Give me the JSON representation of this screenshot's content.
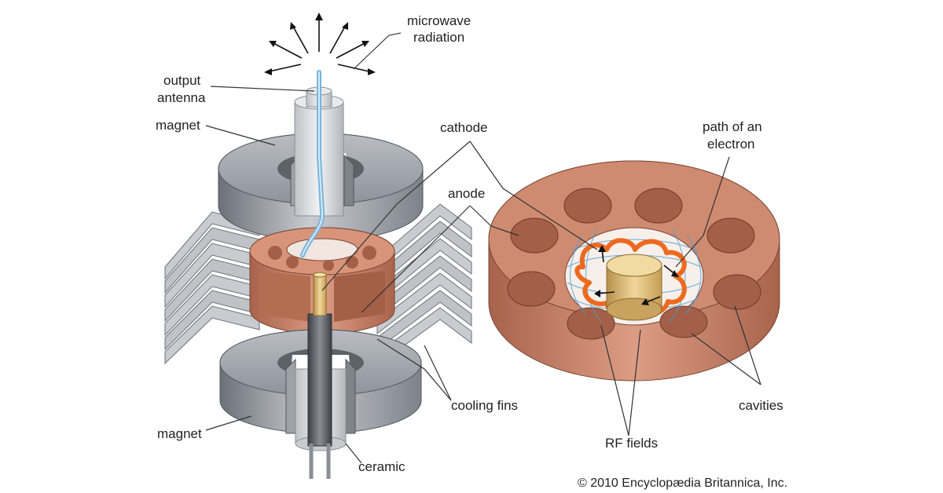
{
  "labels": {
    "microwave_line1": "microwave",
    "microwave_line2": "radiation",
    "output_line1": "output",
    "output_line2": "antenna",
    "magnet_top": "magnet",
    "magnet_bottom": "magnet",
    "cathode": "cathode",
    "anode": "anode",
    "cooling_fins": "cooling fins",
    "ceramic": "ceramic",
    "path_line1": "path of an",
    "path_line2": "electron",
    "rf_fields": "RF fields",
    "cavities": "cavities"
  },
  "credit": "© 2010 Encyclopædia Britannica, Inc.",
  "colors": {
    "copper": "#c98469",
    "copper_dark": "#9e5c45",
    "copper_light": "#e3ad97",
    "steel": "#8f949c",
    "steel_light": "#d3d6da",
    "steel_dark": "#5f646c",
    "cathode_gold": "#e2c07a",
    "electron_path": "#ec6a1f",
    "rf_field": "#4a9fd6",
    "antenna": "#8dbde0"
  }
}
